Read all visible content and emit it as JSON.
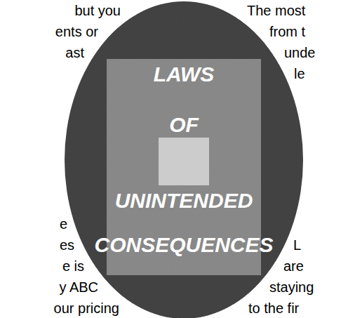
{
  "diagram": {
    "nodes": [
      {
        "text": [
          "CONSEQUENCES"
        ]
      },
      {
        "text": [
          "LAWS",
          "UNINTENDED"
        ],
        "in": 0
      },
      {
        "text": [
          "OF"
        ],
        "in": 1
      }
    ],
    "labels": [
      "but you",
      "The most",
      "ents or",
      "from t",
      "ast",
      "unde",
      "le",
      "e",
      "es",
      "L",
      "e is",
      "are",
      "y ABC",
      "staying",
      "our pricing",
      "to the fir"
    ]
  }
}
